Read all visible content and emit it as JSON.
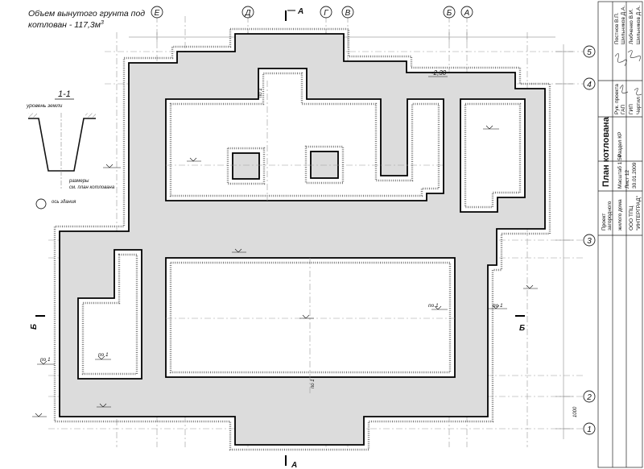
{
  "volume_note": {
    "line1": "Объем вынутого грунта под",
    "line2": "котлован - 117,3м",
    "sup": "3"
  },
  "axes_letters": [
    "Е",
    "Д",
    "Г",
    "В",
    "Б",
    "А"
  ],
  "axes_numbers": [
    "5",
    "4",
    "3",
    "2",
    "1"
  ],
  "section": {
    "title": "1-1",
    "ground_label": "уровень земли",
    "note_line1": "размеры",
    "note_line2": "см. план котлована",
    "axis_label": "ось здания"
  },
  "section_marks": {
    "a_top": "А",
    "a_bottom": "А",
    "b_left": "Б",
    "b_right": "Б"
  },
  "elevation": "-2,30",
  "po1": "по 1",
  "dim_1000": "1000",
  "title_block": {
    "sheet_title": "План котлована",
    "project_line1": "Проект",
    "project_line2": "загородного",
    "project_line3": "жилого дома",
    "section": "Раздел КР",
    "scale": "Масштаб 1:50",
    "sheet": "Лист 12",
    "date": "30.01.2009",
    "org_line1": "ООО ТПЦ",
    "org_line2": "\"ИНТЕРГРАД\"",
    "roles": [
      "Рук. проекта",
      "ГАП",
      "ГИП",
      "Чертил"
    ],
    "names": [
      "Постнов В.П.",
      "Шильников Д.А.",
      "Любченко В.И.",
      "Шильников Д.А."
    ]
  }
}
